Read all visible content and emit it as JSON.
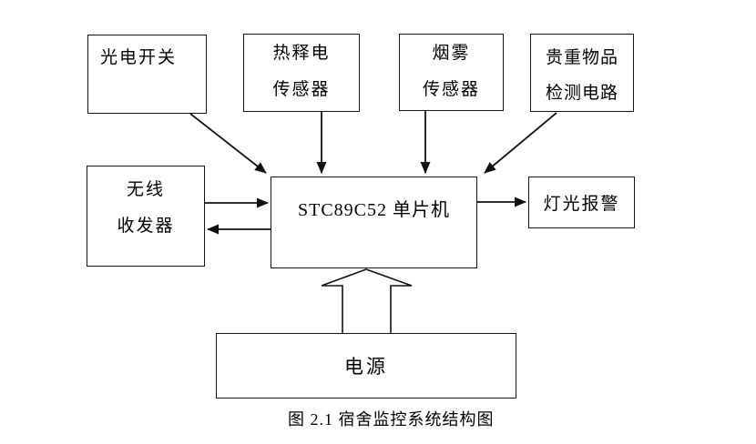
{
  "diagram": {
    "caption": "图 2.1 宿舍监控系统结构图",
    "colors": {
      "line": "#111111",
      "background": "#ffffff"
    },
    "blocks": {
      "photoelectric_switch": {
        "label": "光电开关"
      },
      "pyroelectric_sensor": {
        "line1": "热释电",
        "line2": "传感器"
      },
      "smoke_sensor": {
        "line1": "烟雾",
        "line2": "传感器"
      },
      "valuables_detection": {
        "line1": "贵重物品",
        "line2": "检测电路"
      },
      "wireless_transceiver": {
        "line1": "无线",
        "line2": "收发器"
      },
      "mcu": {
        "label": "STC89C52 单片机"
      },
      "light_alarm": {
        "label": "灯光报警"
      },
      "power_supply": {
        "label": "电源"
      }
    }
  }
}
